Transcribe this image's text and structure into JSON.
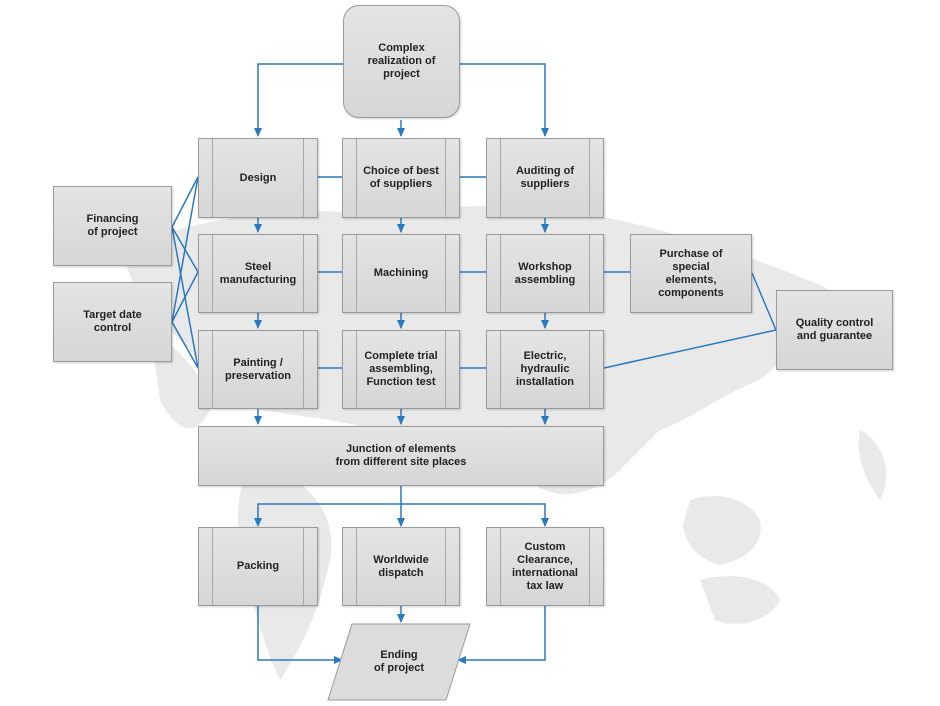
{
  "colors": {
    "connector": "#2a78c0",
    "box_fill": "#dcdcdc",
    "box_border": "#9a9a9a",
    "map": "#e6e6e6"
  },
  "nodes": {
    "start": "Complex\nrealization of\nproject",
    "design": "Design",
    "choice": "Choice of best\nof suppliers",
    "auditing": "Auditing of\nsuppliers",
    "financing": "Financing\nof project",
    "target": "Target date\ncontrol",
    "steel": "Steel\nmanufacturing",
    "machining": "Machining",
    "workshop": "Workshop\nassembling",
    "purchase": "Purchase of\nspecial\nelements,\ncomponents",
    "quality": "Quality control\nand guarantee",
    "painting": "Painting /\npreservation",
    "trial": "Complete trial\nassembling,\nFunction test",
    "electric": "Electric,\nhydraulic\ninstallation",
    "junction": "Junction of elements\nfrom different site places",
    "packing": "Packing",
    "dispatch": "Worldwide\ndispatch",
    "custom": "Custom\nClearance,\ninternational\ntax law",
    "ending": "Ending\nof project"
  }
}
